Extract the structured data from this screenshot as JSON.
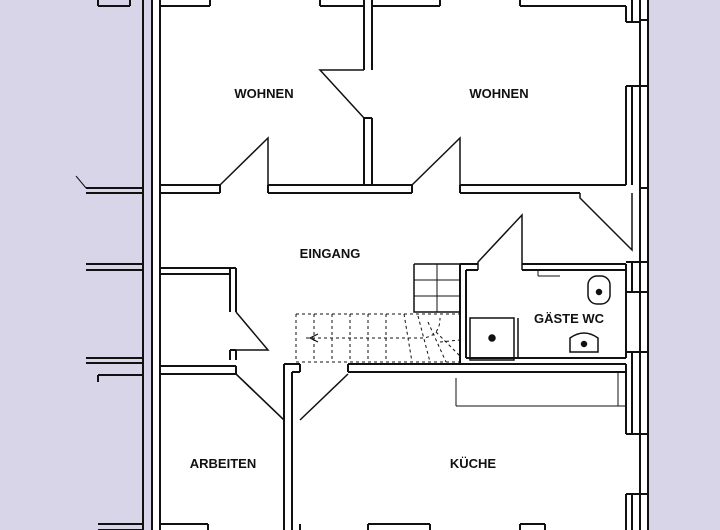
{
  "colors": {
    "exterior": "#d8d5e8",
    "wall": "#111111",
    "floor": "#ffffff"
  },
  "rooms": {
    "wohnen_left": "WOHNEN",
    "wohnen_right": "WOHNEN",
    "eingang": "EINGANG",
    "gaeste_wc": "GÄSTE WC",
    "arbeiten": "ARBEITEN",
    "kueche": "KÜCHE"
  },
  "symbols": {
    "stair_arrow": "stairs-direction-icon",
    "toilet": "toilet-icon",
    "washbasin": "washbasin-icon",
    "shower": "shower-tray-icon"
  }
}
